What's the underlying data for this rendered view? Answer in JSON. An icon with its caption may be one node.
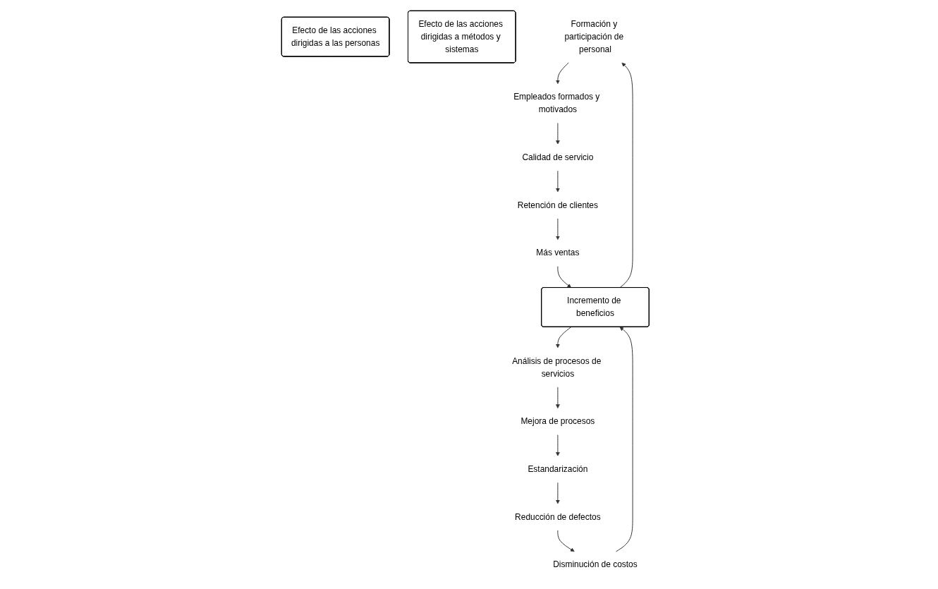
{
  "diagram": {
    "nodes": [
      {
        "text": [
          "Efecto de las acciones dirigidas a las personas"
        ]
      },
      {
        "text": [
          "Efecto de las acciones dirigidas a métodos y sistemas"
        ]
      },
      {
        "text": [
          "Formación y participación de personal"
        ]
      },
      {
        "text": [
          "Empleados formados y motivados"
        ]
      },
      {
        "text": [
          "Calidad de servicio"
        ]
      },
      {
        "text": [
          "Retención de clientes"
        ]
      },
      {
        "text": [
          "Más ventas"
        ]
      },
      {
        "text": [
          "Incremento de beneficios"
        ]
      },
      {
        "text": [
          "Análisis de procesos de servicios"
        ]
      },
      {
        "text": [
          "Mejora de procesos"
        ]
      },
      {
        "text": [
          "Estandarización"
        ]
      },
      {
        "text": [
          "Reducción de defectos"
        ]
      },
      {
        "text": [
          "Disminución de costos"
        ]
      }
    ],
    "edges": [
      {
        "from": 7,
        "to": 2,
        "arrow": "to"
      },
      {
        "from": 2,
        "to": 3,
        "arrow": "to"
      },
      {
        "from": 3,
        "to": 4,
        "arrow": "to"
      },
      {
        "from": 4,
        "to": 5,
        "arrow": "to"
      },
      {
        "from": 5,
        "to": 6,
        "arrow": "to"
      },
      {
        "from": 6,
        "to": 7,
        "arrow": "to"
      },
      {
        "from": 7,
        "to": 8,
        "arrow": "to"
      },
      {
        "from": 8,
        "to": 9,
        "arrow": "to"
      },
      {
        "from": 9,
        "to": 10,
        "arrow": "to"
      },
      {
        "from": 10,
        "to": 11,
        "arrow": "to"
      },
      {
        "from": 11,
        "to": 12,
        "arrow": "to"
      },
      {
        "from": 12,
        "to": 7,
        "arrow": "to"
      }
    ]
  }
}
